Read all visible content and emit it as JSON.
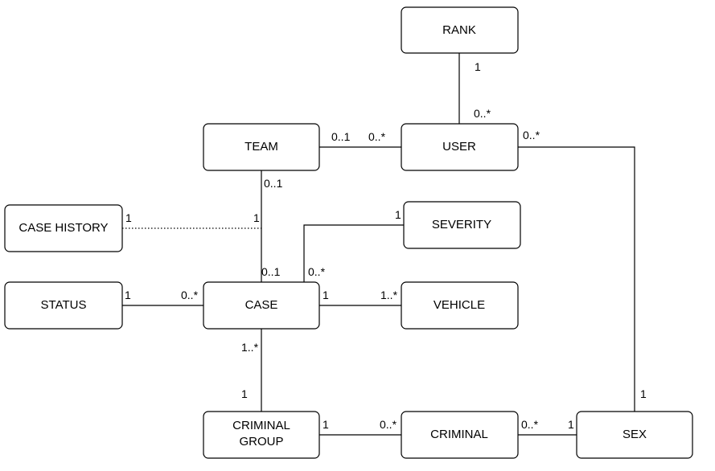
{
  "entities": {
    "rank": "RANK",
    "team": "TEAM",
    "user": "USER",
    "case_history": "CASE HISTORY",
    "severity": "SEVERITY",
    "status": "STATUS",
    "case": "CASE",
    "vehicle": "VEHICLE",
    "criminal_group_line1": "CRIMINAL",
    "criminal_group_line2": "GROUP",
    "criminal": "CRIMINAL",
    "sex": "SEX"
  },
  "multiplicities": {
    "rank_user_rank": "1",
    "rank_user_user": "0..*",
    "team_user_team": "0..1",
    "team_user_user": "0..*",
    "user_sex_user": "0..*",
    "user_sex_sex": "1",
    "team_case_team": "0..1",
    "team_case_case": "0..1",
    "history_case_history": "1",
    "history_case_case": "1",
    "severity_case_severity": "1",
    "severity_case_case": "0..*",
    "status_case_status": "1",
    "status_case_case": "0..*",
    "case_vehicle_case": "1",
    "case_vehicle_vehicle": "1..*",
    "case_group_case": "1..*",
    "case_group_group": "1",
    "group_criminal_group": "1",
    "group_criminal_criminal": "0..*",
    "criminal_sex_criminal": "0..*",
    "criminal_sex_sex": "1"
  }
}
